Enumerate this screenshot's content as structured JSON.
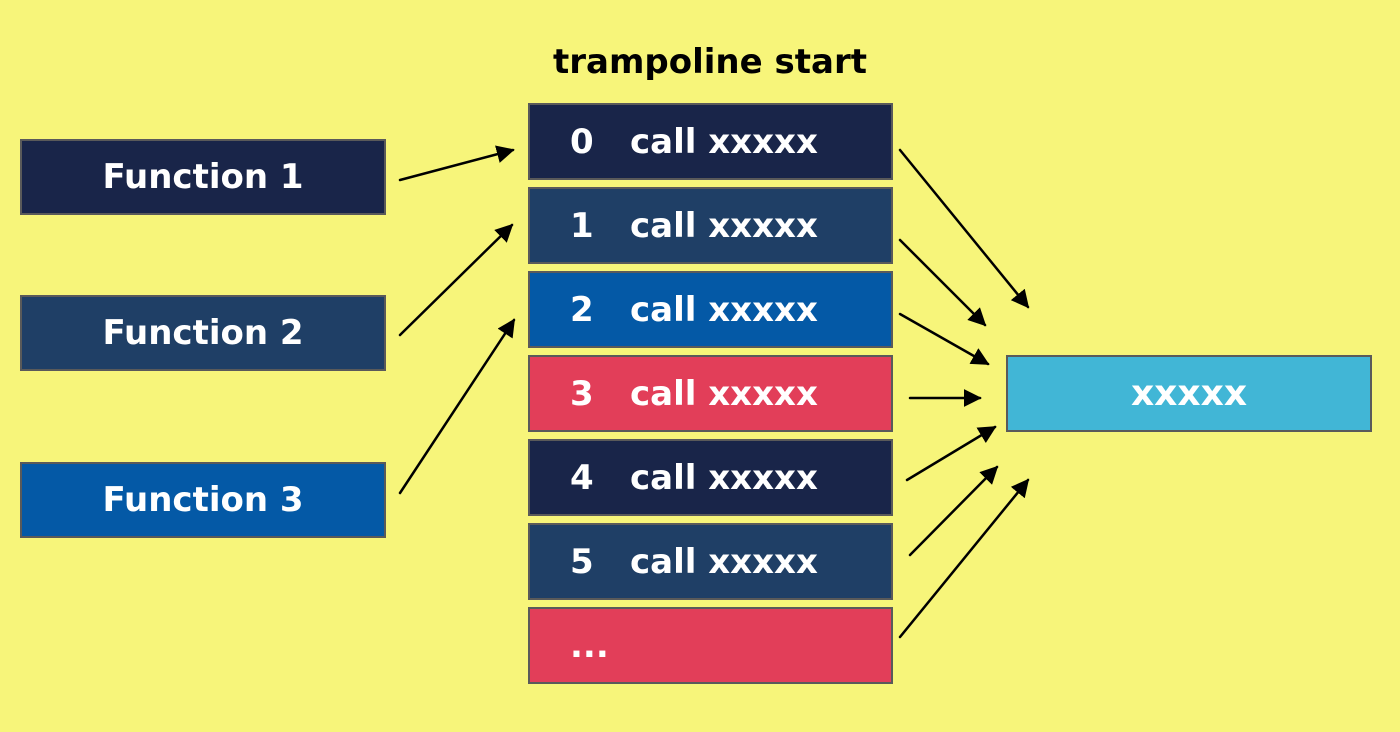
{
  "title": "trampoline start",
  "functions": [
    {
      "label": "Function 1",
      "color": "#192549"
    },
    {
      "label": "Function 2",
      "color": "#1f3f66"
    },
    {
      "label": "Function 3",
      "color": "#0459a6"
    }
  ],
  "slots": [
    {
      "index": "0",
      "instruction": "call xxxxx",
      "color": "#192549"
    },
    {
      "index": "1",
      "instruction": "call xxxxx",
      "color": "#1f3f66"
    },
    {
      "index": "2",
      "instruction": "call xxxxx",
      "color": "#0459a6"
    },
    {
      "index": "3",
      "instruction": "call xxxxx",
      "color": "#e23e59"
    },
    {
      "index": "4",
      "instruction": "call xxxxx",
      "color": "#192549"
    },
    {
      "index": "5",
      "instruction": "call xxxxx",
      "color": "#1f3f66"
    },
    {
      "index": "...",
      "instruction": "",
      "color": "#e23e59"
    }
  ],
  "target": {
    "label": "xxxxx",
    "color": "#41b6d6"
  },
  "colors": {
    "background": "#f7f57a",
    "arrow": "#000000",
    "border": "#5a5a5a"
  }
}
